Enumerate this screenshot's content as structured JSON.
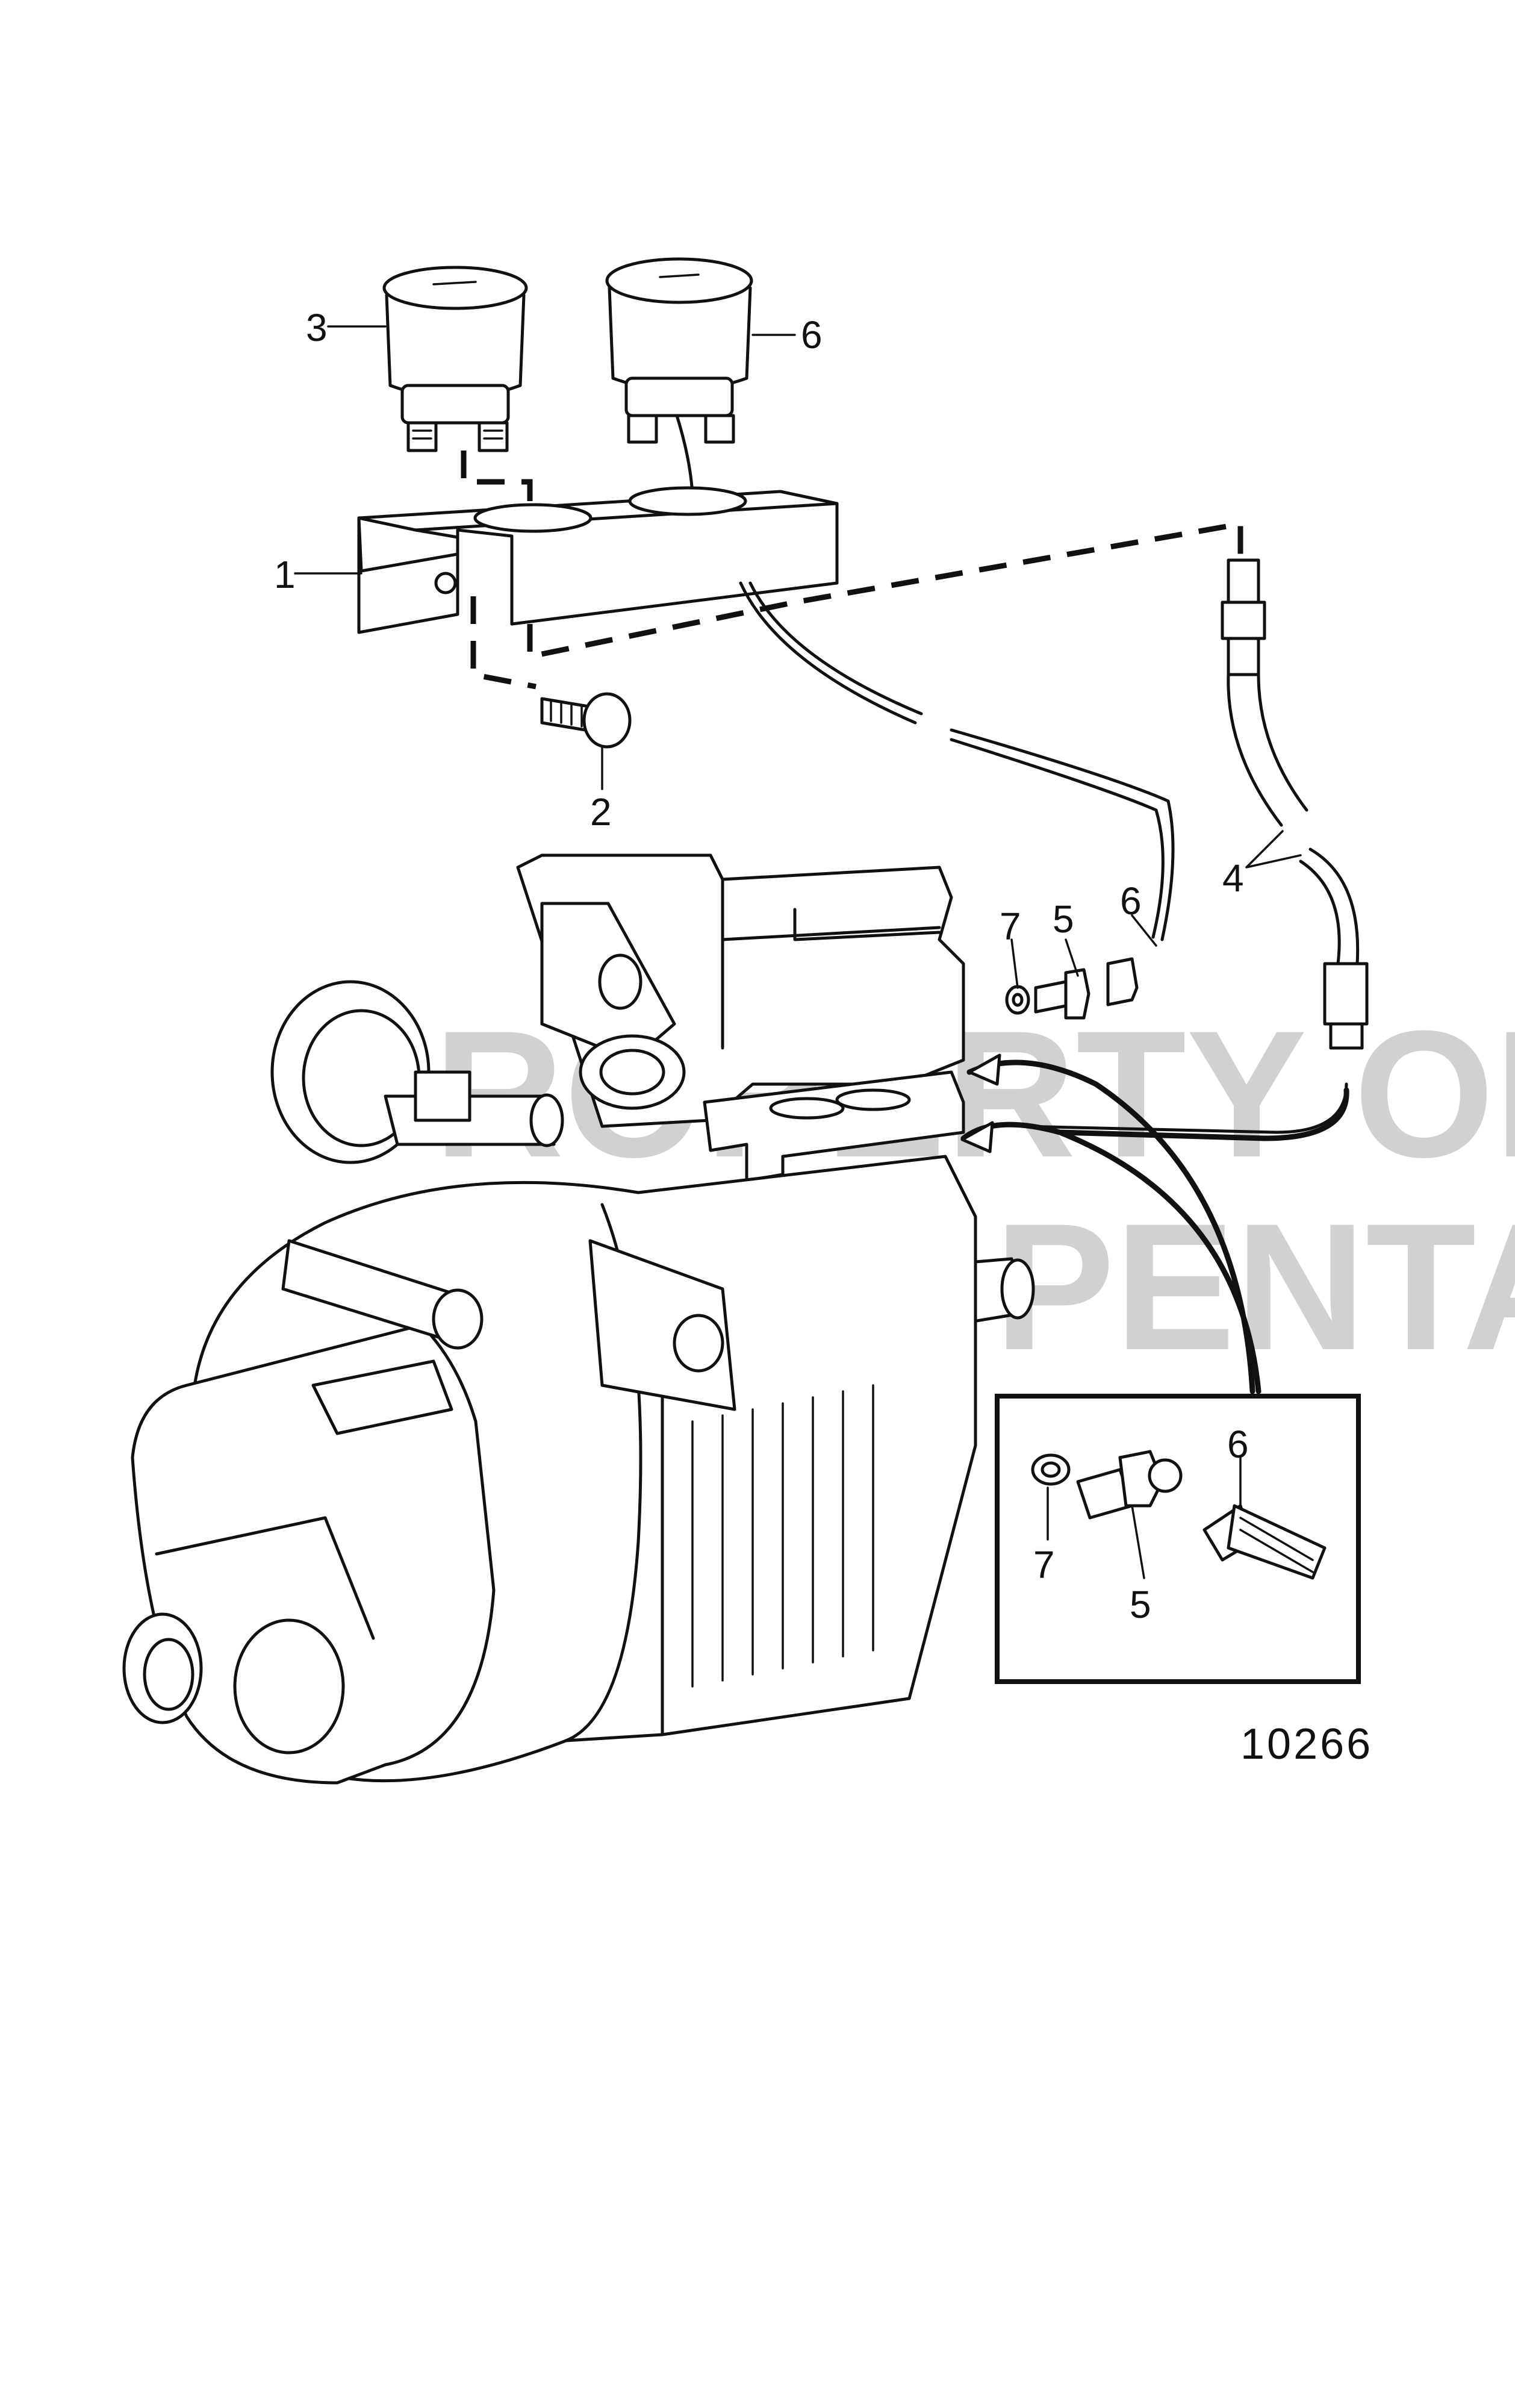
{
  "watermark": {
    "line1": "PROPERTY OF",
    "line2": "VOLVO PENTA"
  },
  "callouts": {
    "c1": "1",
    "c2": "2",
    "c3": "3",
    "c4": "4",
    "c5_main": "5",
    "c6_gauge": "6",
    "c6_main": "6",
    "c7_main": "7",
    "c5_detail": "5",
    "c6_detail": "6",
    "c7_detail": "7"
  },
  "drawing_number": "10266"
}
